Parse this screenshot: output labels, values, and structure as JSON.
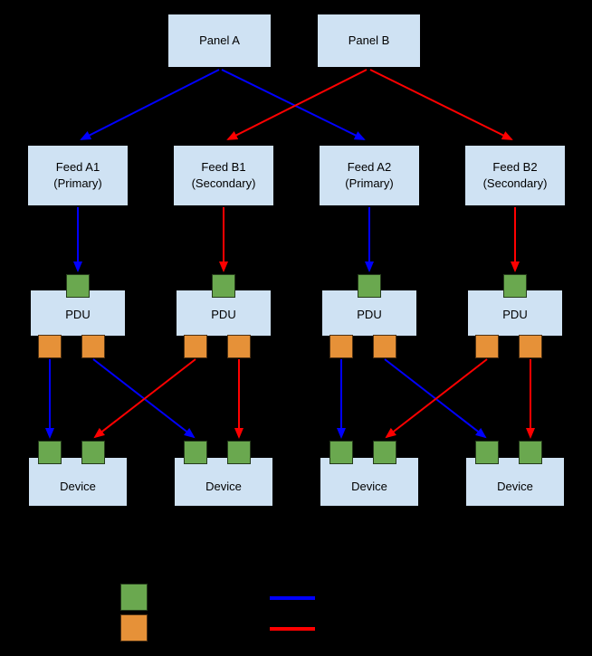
{
  "diagram": {
    "panels": [
      {
        "label": "Panel A"
      },
      {
        "label": "Panel B"
      }
    ],
    "feeds": [
      {
        "name": "Feed A1",
        "role": "(Primary)"
      },
      {
        "name": "Feed B1",
        "role": "(Secondary)"
      },
      {
        "name": "Feed A2",
        "role": "(Primary)"
      },
      {
        "name": "Feed B2",
        "role": "(Secondary)"
      }
    ],
    "pdus": [
      {
        "label": "PDU"
      },
      {
        "label": "PDU"
      },
      {
        "label": "PDU"
      },
      {
        "label": "PDU"
      }
    ],
    "devices": [
      {
        "label": "Device"
      },
      {
        "label": "Device"
      },
      {
        "label": "Device"
      },
      {
        "label": "Device"
      }
    ]
  },
  "legend": {
    "swatches": [
      {
        "icon": "input-port-swatch",
        "color": "#6aa84f"
      },
      {
        "icon": "output-port-swatch",
        "color": "#e69138"
      },
      {
        "icon": "primary-feed-line-swatch",
        "color": "#0000ff"
      },
      {
        "icon": "secondary-feed-line-swatch",
        "color": "#ff0000"
      }
    ]
  },
  "colors": {
    "background": "#000000",
    "node_fill": "#cfe2f3",
    "node_border": "#000000",
    "input_port": "#6aa84f",
    "output_port": "#e69138",
    "primary_line": "#0000ff",
    "secondary_line": "#ff0000",
    "text": "#000000"
  }
}
